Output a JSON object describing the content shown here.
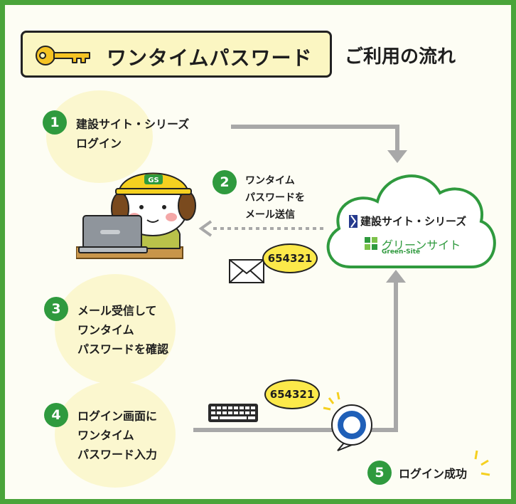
{
  "title": {
    "main": "ワンタイムパスワード",
    "sub": "ご利用の流れ"
  },
  "steps": [
    {
      "number": "1",
      "text": "建設サイト・シリーズ\nログイン"
    },
    {
      "number": "2",
      "text": "ワンタイム\nパスワードを\nメール送信"
    },
    {
      "number": "3",
      "text": "メール受信して\nワンタイム\nパスワードを確認"
    },
    {
      "number": "4",
      "text": "ログイン画面に\nワンタイム\nパスワード入力"
    },
    {
      "number": "5",
      "text": "ログイン成功"
    }
  ],
  "cloud": {
    "service_name": "建設サイト・シリーズ",
    "brand_name": "グリーンサイト",
    "brand_sub": "Green-Site"
  },
  "otp_code_mail": "654321",
  "otp_code_input": "654321",
  "mascot_cap_text": "GS",
  "icons": [
    "key-icon",
    "mascot-icon",
    "laptop-icon",
    "envelope-icon",
    "keyboard-icon",
    "success-ring-icon",
    "sparkle-icon"
  ],
  "colors": {
    "frame": "#4aa43a",
    "step_badge": "#2f9a3e",
    "title_bg": "#fbf6c2",
    "bubble": "#fce94a",
    "arrow": "#a8a8a8"
  }
}
